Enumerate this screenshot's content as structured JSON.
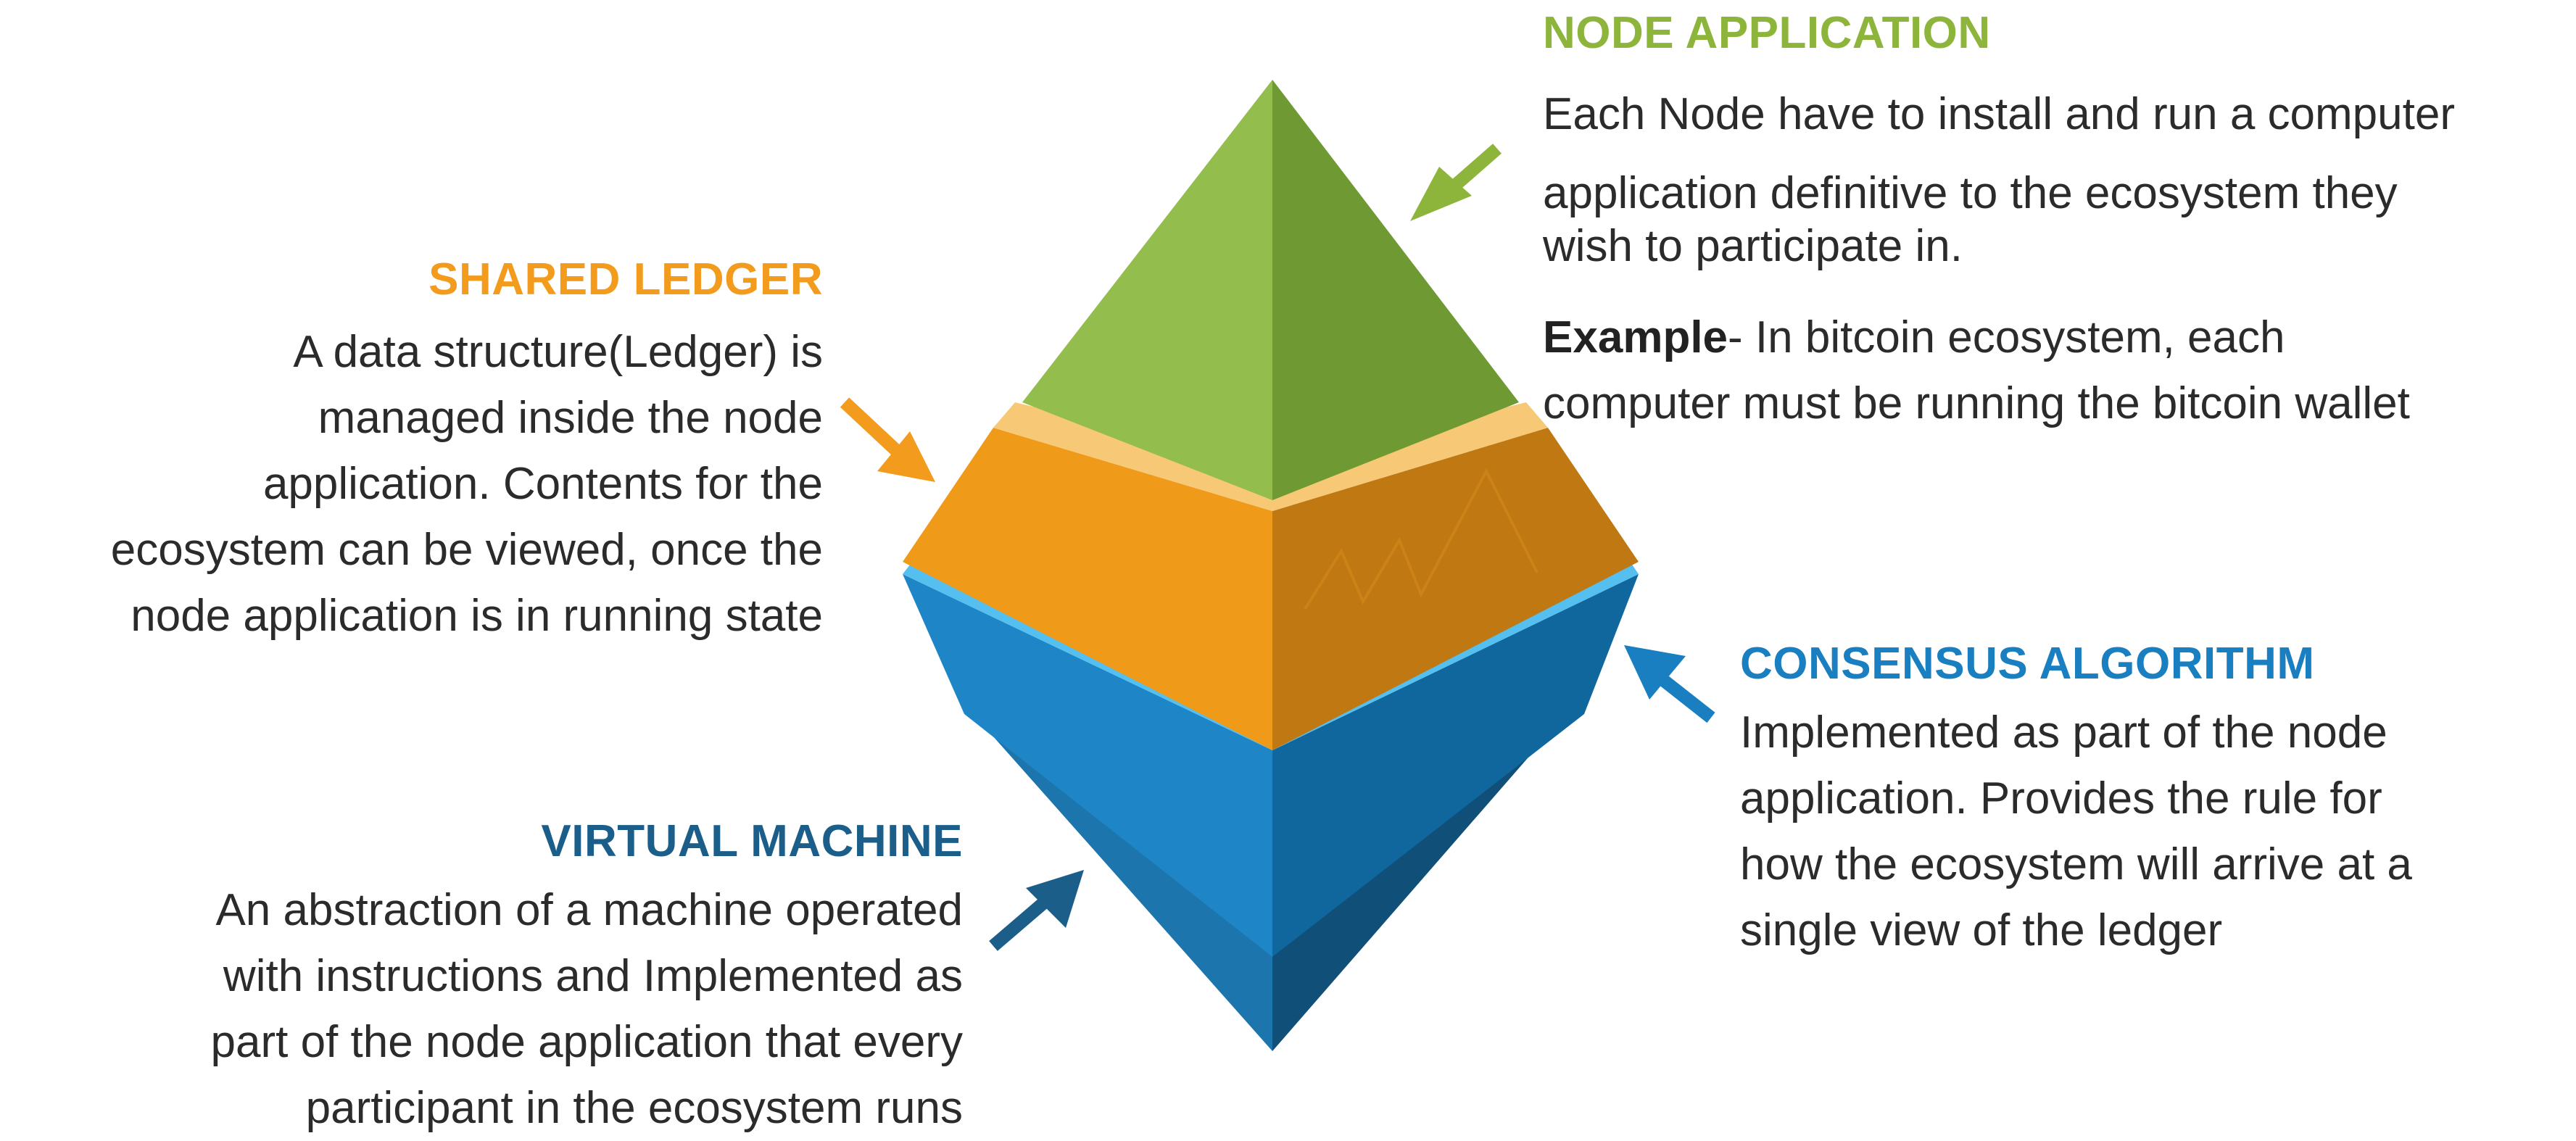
{
  "sections": {
    "node_application": {
      "title": "NODE APPLICATION",
      "lines": [
        "Each Node have to install and run a computer",
        "application definitive to the ecosystem they",
        "wish to participate in."
      ],
      "example_label": "Example",
      "example_lines": [
        "- In bitcoin ecosystem, each",
        "computer must be running the bitcoin wallet"
      ],
      "color": "#8db53c"
    },
    "shared_ledger": {
      "title": "SHARED LEDGER",
      "lines": [
        "A data structure(Ledger)  is",
        "managed inside the node",
        "application. Contents for the",
        "ecosystem  can be viewed, once the",
        "node application is in running state"
      ],
      "color": "#f29b1d"
    },
    "consensus_algorithm": {
      "title": "CONSENSUS ALGORITHM",
      "lines": [
        "Implemented as part of the node",
        "application. Provides the rule for",
        "how the ecosystem will arrive at a",
        "single view of the ledger"
      ],
      "color": "#1a7fc1"
    },
    "virtual_machine": {
      "title": "VIRTUAL MACHINE",
      "lines": [
        "An abstraction of a machine operated",
        "with instructions and  Implemented as",
        "part of the node application that every",
        "participant in the ecosystem runs"
      ],
      "color": "#1b5e8a"
    }
  }
}
